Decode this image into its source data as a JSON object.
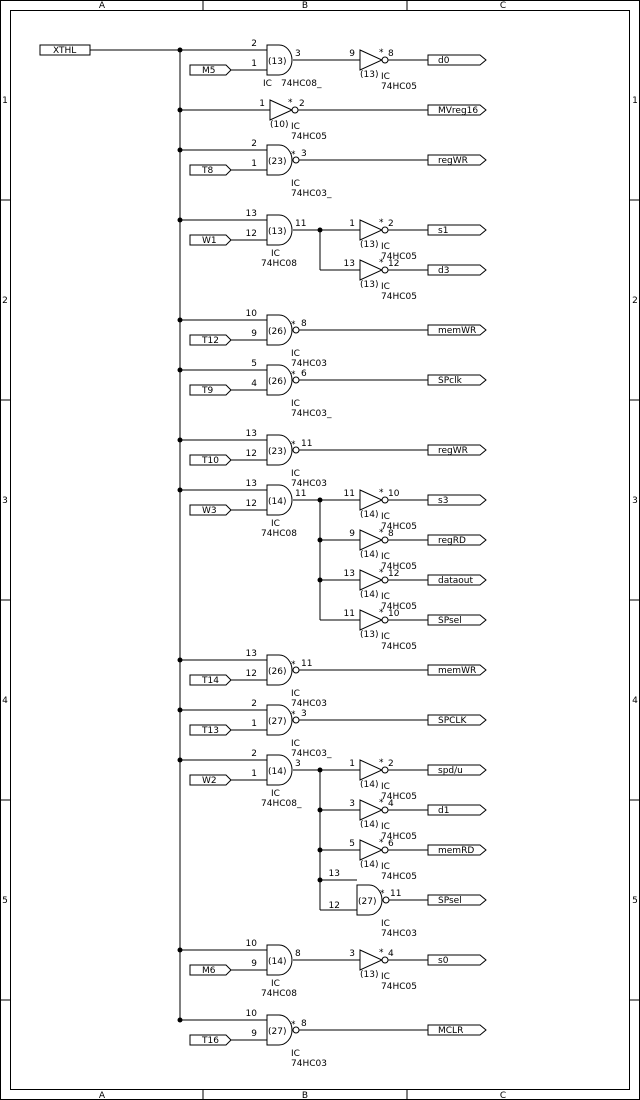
{
  "frame": {
    "cols": [
      "A",
      "B",
      "C"
    ],
    "rows": [
      "1",
      "2",
      "3",
      "4",
      "5"
    ]
  },
  "input": "XTHL",
  "branches": [
    {
      "gate": {
        "type": "and",
        "bubble": false,
        "star": false,
        "pins": [
          "2",
          "1",
          "3"
        ],
        "unit": "(13)",
        "ic": "IC",
        "part": "74HC08_",
        "label_inline": true
      },
      "ctrl": "M5",
      "inverters": [
        {
          "pins": [
            "9",
            "8"
          ],
          "unit": "(13)",
          "ic": "IC",
          "part": "74HC05",
          "star": true,
          "out": "d0"
        }
      ]
    },
    {
      "gate": {
        "type": "buf",
        "bubble": true,
        "star": true,
        "pins": [
          "1",
          "2"
        ],
        "unit": "(10)",
        "ic": "IC",
        "part": "74HC05"
      },
      "ctrl": null,
      "out": "MVreg16"
    },
    {
      "gate": {
        "type": "and",
        "bubble": true,
        "star": true,
        "pins": [
          "2",
          "1",
          "3"
        ],
        "unit": "(23)",
        "ic": "IC",
        "part": "74HC03_"
      },
      "ctrl": "T8",
      "out": "regWR"
    },
    {
      "gate": {
        "type": "and",
        "bubble": false,
        "star": false,
        "pins": [
          "13",
          "12",
          "11"
        ],
        "unit": "(13)",
        "ic": "IC",
        "part": "74HC08"
      },
      "ctrl": "W1",
      "inverters": [
        {
          "pins": [
            "1",
            "2"
          ],
          "unit": "(13)",
          "ic": "IC",
          "part": "74HC05",
          "star": true,
          "out": "s1"
        },
        {
          "pins": [
            "13",
            "12"
          ],
          "unit": "(13)",
          "ic": "IC",
          "part": "74HC05",
          "star": true,
          "out": "d3"
        }
      ]
    },
    {
      "gate": {
        "type": "and",
        "bubble": true,
        "star": true,
        "pins": [
          "10",
          "9",
          "8"
        ],
        "unit": "(26)",
        "ic": "IC",
        "part": "74HC03"
      },
      "ctrl": "T12",
      "out": "memWR"
    },
    {
      "gate": {
        "type": "and",
        "bubble": true,
        "star": true,
        "pins": [
          "5",
          "4",
          "6"
        ],
        "unit": "(26)",
        "ic": "IC",
        "part": "74HC03_"
      },
      "ctrl": "T9",
      "out": "SPclk"
    },
    {
      "gate": {
        "type": "and",
        "bubble": true,
        "star": true,
        "pins": [
          "13",
          "12",
          "11"
        ],
        "unit": "(23)",
        "ic": "IC",
        "part": "74HC03"
      },
      "ctrl": "T10",
      "out": "regWR"
    },
    {
      "gate": {
        "type": "and",
        "bubble": false,
        "star": false,
        "pins": [
          "13",
          "12",
          "11"
        ],
        "unit": "(14)",
        "ic": "IC",
        "part": "74HC08"
      },
      "ctrl": "W3",
      "inverters": [
        {
          "pins": [
            "11",
            "10"
          ],
          "unit": "(14)",
          "ic": "IC",
          "part": "74HC05",
          "star": true,
          "out": "s3"
        },
        {
          "pins": [
            "9",
            "8"
          ],
          "unit": "(14)",
          "ic": "IC",
          "part": "74HC05",
          "star": true,
          "out": "regRD"
        },
        {
          "pins": [
            "13",
            "12"
          ],
          "unit": "(14)",
          "ic": "IC",
          "part": "74HC05",
          "star": true,
          "out": "dataout"
        },
        {
          "pins": [
            "11",
            "10"
          ],
          "unit": "(13)",
          "ic": "IC",
          "part": "74HC05",
          "star": true,
          "out": "SPsel"
        }
      ]
    },
    {
      "gate": {
        "type": "and",
        "bubble": true,
        "star": true,
        "pins": [
          "13",
          "12",
          "11"
        ],
        "unit": "(26)",
        "ic": "IC",
        "part": "74HC03"
      },
      "ctrl": "T14",
      "out": "memWR"
    },
    {
      "gate": {
        "type": "and",
        "bubble": true,
        "star": true,
        "pins": [
          "2",
          "1",
          "3"
        ],
        "unit": "(27)",
        "ic": "IC",
        "part": "74HC03_"
      },
      "ctrl": "T13",
      "out": "SPCLK"
    },
    {
      "gate": {
        "type": "and",
        "bubble": false,
        "star": false,
        "pins": [
          "2",
          "1",
          "3"
        ],
        "unit": "(14)",
        "ic": "IC",
        "part": "74HC08_"
      },
      "ctrl": "W2",
      "inverters": [
        {
          "pins": [
            "1",
            "2"
          ],
          "unit": "(14)",
          "ic": "IC",
          "part": "74HC05",
          "star": true,
          "out": "spd/u"
        },
        {
          "pins": [
            "3",
            "4"
          ],
          "unit": "(14)",
          "ic": "IC",
          "part": "74HC05",
          "star": true,
          "out": "d1"
        },
        {
          "pins": [
            "5",
            "6"
          ],
          "unit": "(14)",
          "ic": "IC",
          "part": "74HC05",
          "star": true,
          "out": "memRD"
        }
      ],
      "nand": {
        "pins": [
          "13",
          "12",
          "11"
        ],
        "unit": "(27)",
        "ic": "IC",
        "part": "74HC03",
        "star": true,
        "out": "SPsel"
      }
    },
    {
      "gate": {
        "type": "and",
        "bubble": false,
        "star": false,
        "pins": [
          "10",
          "9",
          "8"
        ],
        "unit": "(14)",
        "ic": "IC",
        "part": "74HC08"
      },
      "ctrl": "M6",
      "inverters": [
        {
          "pins": [
            "3",
            "4"
          ],
          "unit": "(13)",
          "ic": "IC",
          "part": "74HC05",
          "star": true,
          "out": "s0"
        }
      ]
    },
    {
      "gate": {
        "type": "and",
        "bubble": true,
        "star": true,
        "pins": [
          "10",
          "9",
          "8"
        ],
        "unit": "(27)",
        "ic": "IC",
        "part": "74HC03"
      },
      "ctrl": "T16",
      "out": "MCLR"
    }
  ]
}
